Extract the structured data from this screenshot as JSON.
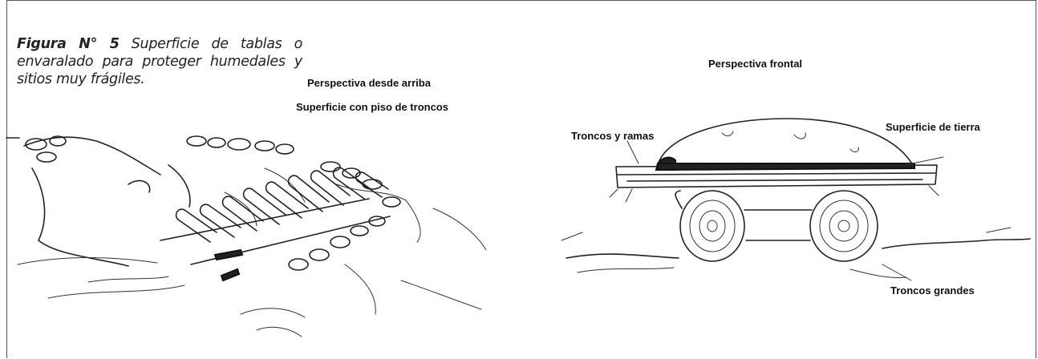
{
  "caption": {
    "lead": "Figura N° 5",
    "text": " Superficie de tablas o envaralado para proteger humedales y sitios muy frágiles."
  },
  "left_panel": {
    "title": "Perspectiva desde arriba",
    "subtitle": "Superficie con piso de troncos"
  },
  "right_panel": {
    "title": "Perspectiva frontal",
    "labels": {
      "branches": "Troncos y ramas",
      "soil": "Superficie de tierra",
      "logs": "Troncos grandes"
    }
  }
}
